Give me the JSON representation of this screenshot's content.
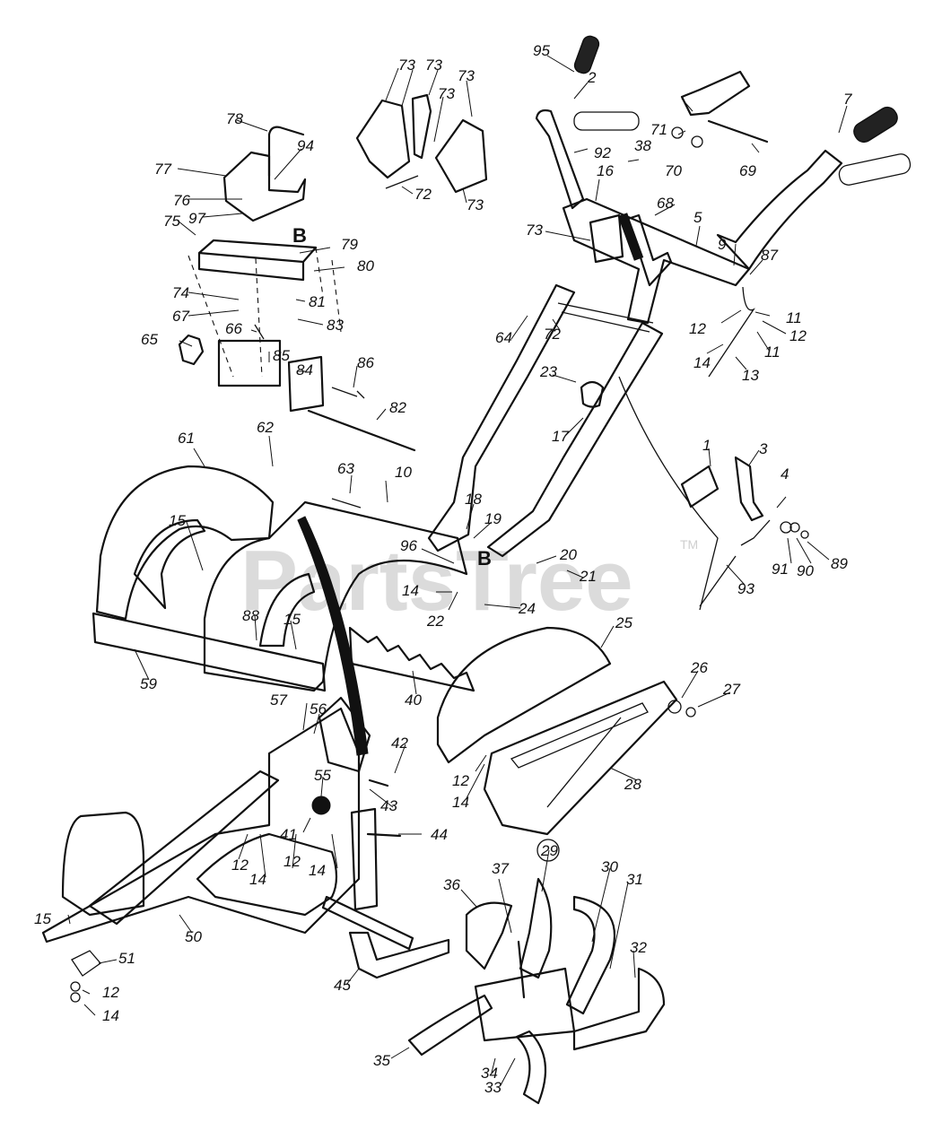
{
  "watermark": {
    "text": "PartsTree",
    "trademark": "TM"
  },
  "reference_letters": [
    "B",
    "B"
  ],
  "callouts": [
    {
      "id": "95",
      "label": "95"
    },
    {
      "id": "2",
      "label": "2"
    },
    {
      "id": "7",
      "label": "7"
    },
    {
      "id": "71",
      "label": "71"
    },
    {
      "id": "70",
      "label": "70"
    },
    {
      "id": "69",
      "label": "69"
    },
    {
      "id": "92",
      "label": "92"
    },
    {
      "id": "38",
      "label": "38"
    },
    {
      "id": "16",
      "label": "16"
    },
    {
      "id": "68",
      "label": "68"
    },
    {
      "id": "73a",
      "label": "73"
    },
    {
      "id": "5",
      "label": "5"
    },
    {
      "id": "9",
      "label": "9"
    },
    {
      "id": "87",
      "label": "87"
    },
    {
      "id": "11a",
      "label": "11"
    },
    {
      "id": "12a",
      "label": "12"
    },
    {
      "id": "12b",
      "label": "12"
    },
    {
      "id": "11b",
      "label": "11"
    },
    {
      "id": "14a",
      "label": "14"
    },
    {
      "id": "13",
      "label": "13"
    },
    {
      "id": "64",
      "label": "64"
    },
    {
      "id": "72a",
      "label": "72"
    },
    {
      "id": "23",
      "label": "23"
    },
    {
      "id": "17",
      "label": "17"
    },
    {
      "id": "73b",
      "label": "73"
    },
    {
      "id": "73c",
      "label": "73"
    },
    {
      "id": "73d",
      "label": "73"
    },
    {
      "id": "73e",
      "label": "73"
    },
    {
      "id": "73f",
      "label": "73"
    },
    {
      "id": "72b",
      "label": "72"
    },
    {
      "id": "78",
      "label": "78"
    },
    {
      "id": "94",
      "label": "94"
    },
    {
      "id": "77",
      "label": "77"
    },
    {
      "id": "76",
      "label": "76"
    },
    {
      "id": "97",
      "label": "97"
    },
    {
      "id": "75",
      "label": "75"
    },
    {
      "id": "79",
      "label": "79"
    },
    {
      "id": "80",
      "label": "80"
    },
    {
      "id": "74",
      "label": "74"
    },
    {
      "id": "67",
      "label": "67"
    },
    {
      "id": "81",
      "label": "81"
    },
    {
      "id": "66",
      "label": "66"
    },
    {
      "id": "83",
      "label": "83"
    },
    {
      "id": "65",
      "label": "65"
    },
    {
      "id": "85",
      "label": "85"
    },
    {
      "id": "84",
      "label": "84"
    },
    {
      "id": "86",
      "label": "86"
    },
    {
      "id": "82",
      "label": "82"
    },
    {
      "id": "1",
      "label": "1"
    },
    {
      "id": "3",
      "label": "3"
    },
    {
      "id": "4",
      "label": "4"
    },
    {
      "id": "91",
      "label": "91"
    },
    {
      "id": "90",
      "label": "90"
    },
    {
      "id": "89",
      "label": "89"
    },
    {
      "id": "93",
      "label": "93"
    },
    {
      "id": "61",
      "label": "61"
    },
    {
      "id": "62",
      "label": "62"
    },
    {
      "id": "63",
      "label": "63"
    },
    {
      "id": "10",
      "label": "10"
    },
    {
      "id": "18",
      "label": "18"
    },
    {
      "id": "19",
      "label": "19"
    },
    {
      "id": "96",
      "label": "96"
    },
    {
      "id": "20",
      "label": "20"
    },
    {
      "id": "21",
      "label": "21"
    },
    {
      "id": "15a",
      "label": "15"
    },
    {
      "id": "14b",
      "label": "14"
    },
    {
      "id": "22",
      "label": "22"
    },
    {
      "id": "24",
      "label": "24"
    },
    {
      "id": "88",
      "label": "88"
    },
    {
      "id": "15b",
      "label": "15"
    },
    {
      "id": "59",
      "label": "59"
    },
    {
      "id": "40",
      "label": "40"
    },
    {
      "id": "25",
      "label": "25"
    },
    {
      "id": "26",
      "label": "26"
    },
    {
      "id": "27",
      "label": "27"
    },
    {
      "id": "12c",
      "label": "12"
    },
    {
      "id": "14c",
      "label": "14"
    },
    {
      "id": "28",
      "label": "28"
    },
    {
      "id": "57",
      "label": "57"
    },
    {
      "id": "56",
      "label": "56"
    },
    {
      "id": "55",
      "label": "55"
    },
    {
      "id": "42",
      "label": "42"
    },
    {
      "id": "43",
      "label": "43"
    },
    {
      "id": "44",
      "label": "44"
    },
    {
      "id": "41",
      "label": "41"
    },
    {
      "id": "12d",
      "label": "12"
    },
    {
      "id": "14d",
      "label": "14"
    },
    {
      "id": "12e",
      "label": "12"
    },
    {
      "id": "14e",
      "label": "14"
    },
    {
      "id": "29",
      "label": "29"
    },
    {
      "id": "37",
      "label": "37"
    },
    {
      "id": "30",
      "label": "30"
    },
    {
      "id": "31",
      "label": "31"
    },
    {
      "id": "36",
      "label": "36"
    },
    {
      "id": "32",
      "label": "32"
    },
    {
      "id": "15c",
      "label": "15"
    },
    {
      "id": "50",
      "label": "50"
    },
    {
      "id": "51",
      "label": "51"
    },
    {
      "id": "45",
      "label": "45"
    },
    {
      "id": "12f",
      "label": "12"
    },
    {
      "id": "14f",
      "label": "14"
    },
    {
      "id": "35",
      "label": "35"
    },
    {
      "id": "34",
      "label": "34"
    },
    {
      "id": "33",
      "label": "33"
    }
  ]
}
